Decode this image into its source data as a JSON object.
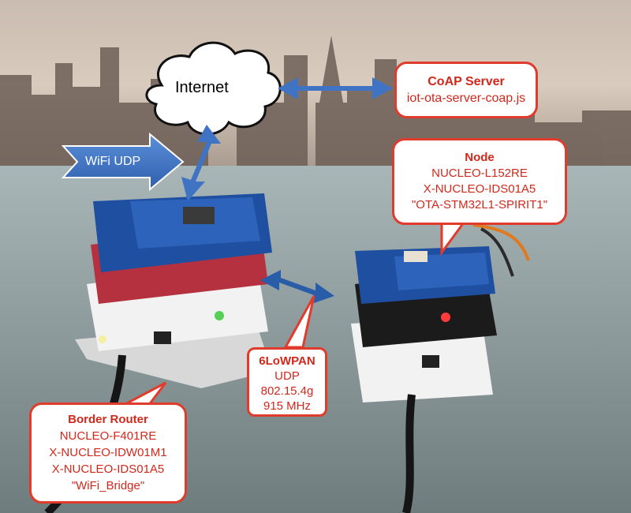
{
  "cloud": {
    "label": "Internet"
  },
  "wifi_arrow": {
    "label": "WiFi UDP"
  },
  "coap_server": {
    "title": "CoAP Server",
    "line1": "iot-ota-server-coap.js"
  },
  "node": {
    "title": "Node",
    "line1": "NUCLEO-L152RE",
    "line2": "X-NUCLEO-IDS01A5",
    "line3": "\"OTA-STM32L1-SPIRIT1\""
  },
  "link": {
    "title": "6LoWPAN",
    "line1": "UDP",
    "line2": "802.15.4g",
    "line3": "915 MHz"
  },
  "border_router": {
    "title": "Border Router",
    "line1": "NUCLEO-F401RE",
    "line2": "X-NUCLEO-IDW01M1",
    "line3": "X-NUCLEO-IDS01A5",
    "line4": "\"WiFi_Bridge\""
  },
  "colors": {
    "callout_border": "#e03b2c",
    "callout_text": "#d2281c",
    "arrow_blue": "#3f73c4",
    "board_blue": "#1f4fa0",
    "board_white": "#f2f2f2"
  }
}
